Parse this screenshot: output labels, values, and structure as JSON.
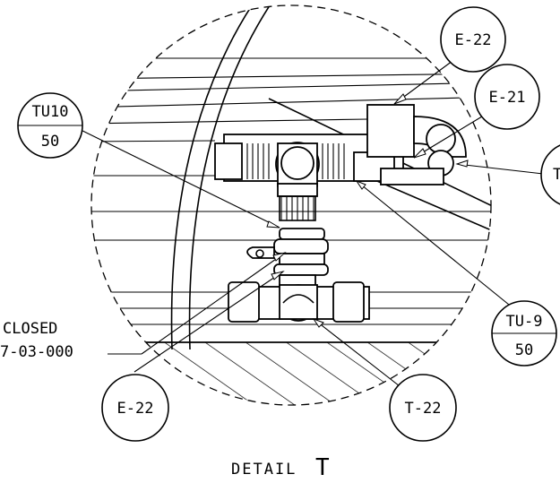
{
  "detail": {
    "title_prefix": "DETAIL",
    "title_letter": "T"
  },
  "callouts": {
    "tu10": {
      "top": "TU10",
      "bottom": "50"
    },
    "e22_top": {
      "text": "E-22"
    },
    "e21": {
      "text": "E-21"
    },
    "t_right": {
      "text": "T"
    },
    "tu9": {
      "top": "TU-9",
      "bottom": "50"
    },
    "e22_bottom": {
      "text": "E-22"
    },
    "t22": {
      "text": "T-22"
    }
  },
  "note": {
    "line1": "CLOSED",
    "line2": "7-03-000"
  }
}
